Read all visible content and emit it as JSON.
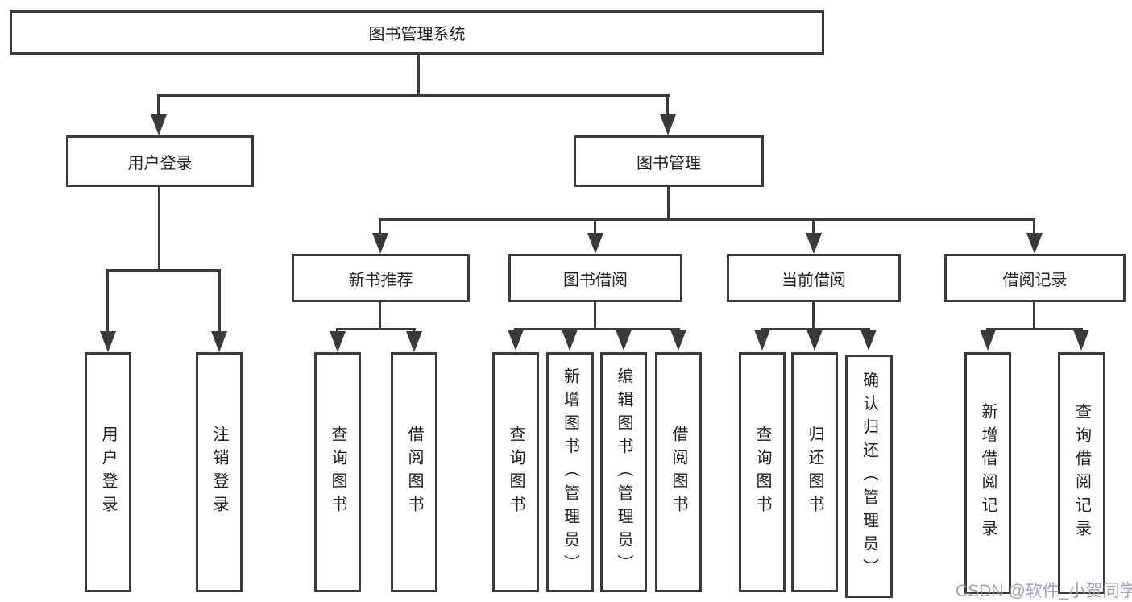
{
  "diagram": {
    "type": "hierarchy-tree",
    "colors": {
      "line": "#3a3a3a",
      "box_border": "#3a3a3a",
      "text": "#1f1f1f",
      "background": "#ffffff",
      "watermark": "#949ba6"
    },
    "nodes": {
      "root": {
        "label": "图书管理系统"
      },
      "user_login": {
        "label": "用户登录"
      },
      "book_mgmt": {
        "label": "图书管理"
      },
      "l3": [
        {
          "label": "新书推荐"
        },
        {
          "label": "图书借阅"
        },
        {
          "label": "当前借阅"
        },
        {
          "label": "借阅记录"
        }
      ],
      "leaves": {
        "user_login": [
          {
            "label": "用户登录"
          },
          {
            "label": "注销登录"
          }
        ],
        "new_books": [
          {
            "label": "查询图书"
          },
          {
            "label": "借阅图书"
          }
        ],
        "book_borrow": [
          {
            "label": "查询图书"
          },
          {
            "label": "新增图书（管理员）"
          },
          {
            "label": "编辑图书（管理员）"
          },
          {
            "label": "借阅图书"
          }
        ],
        "current_borrow": [
          {
            "label": "查询图书"
          },
          {
            "label": "归还图书"
          },
          {
            "label": "确认归还（管理员）"
          }
        ],
        "borrow_records": [
          {
            "label": "新增借阅记录"
          },
          {
            "label": "查询借阅记录"
          }
        ]
      }
    },
    "watermark": "CSDN @软件_小贺同学"
  }
}
